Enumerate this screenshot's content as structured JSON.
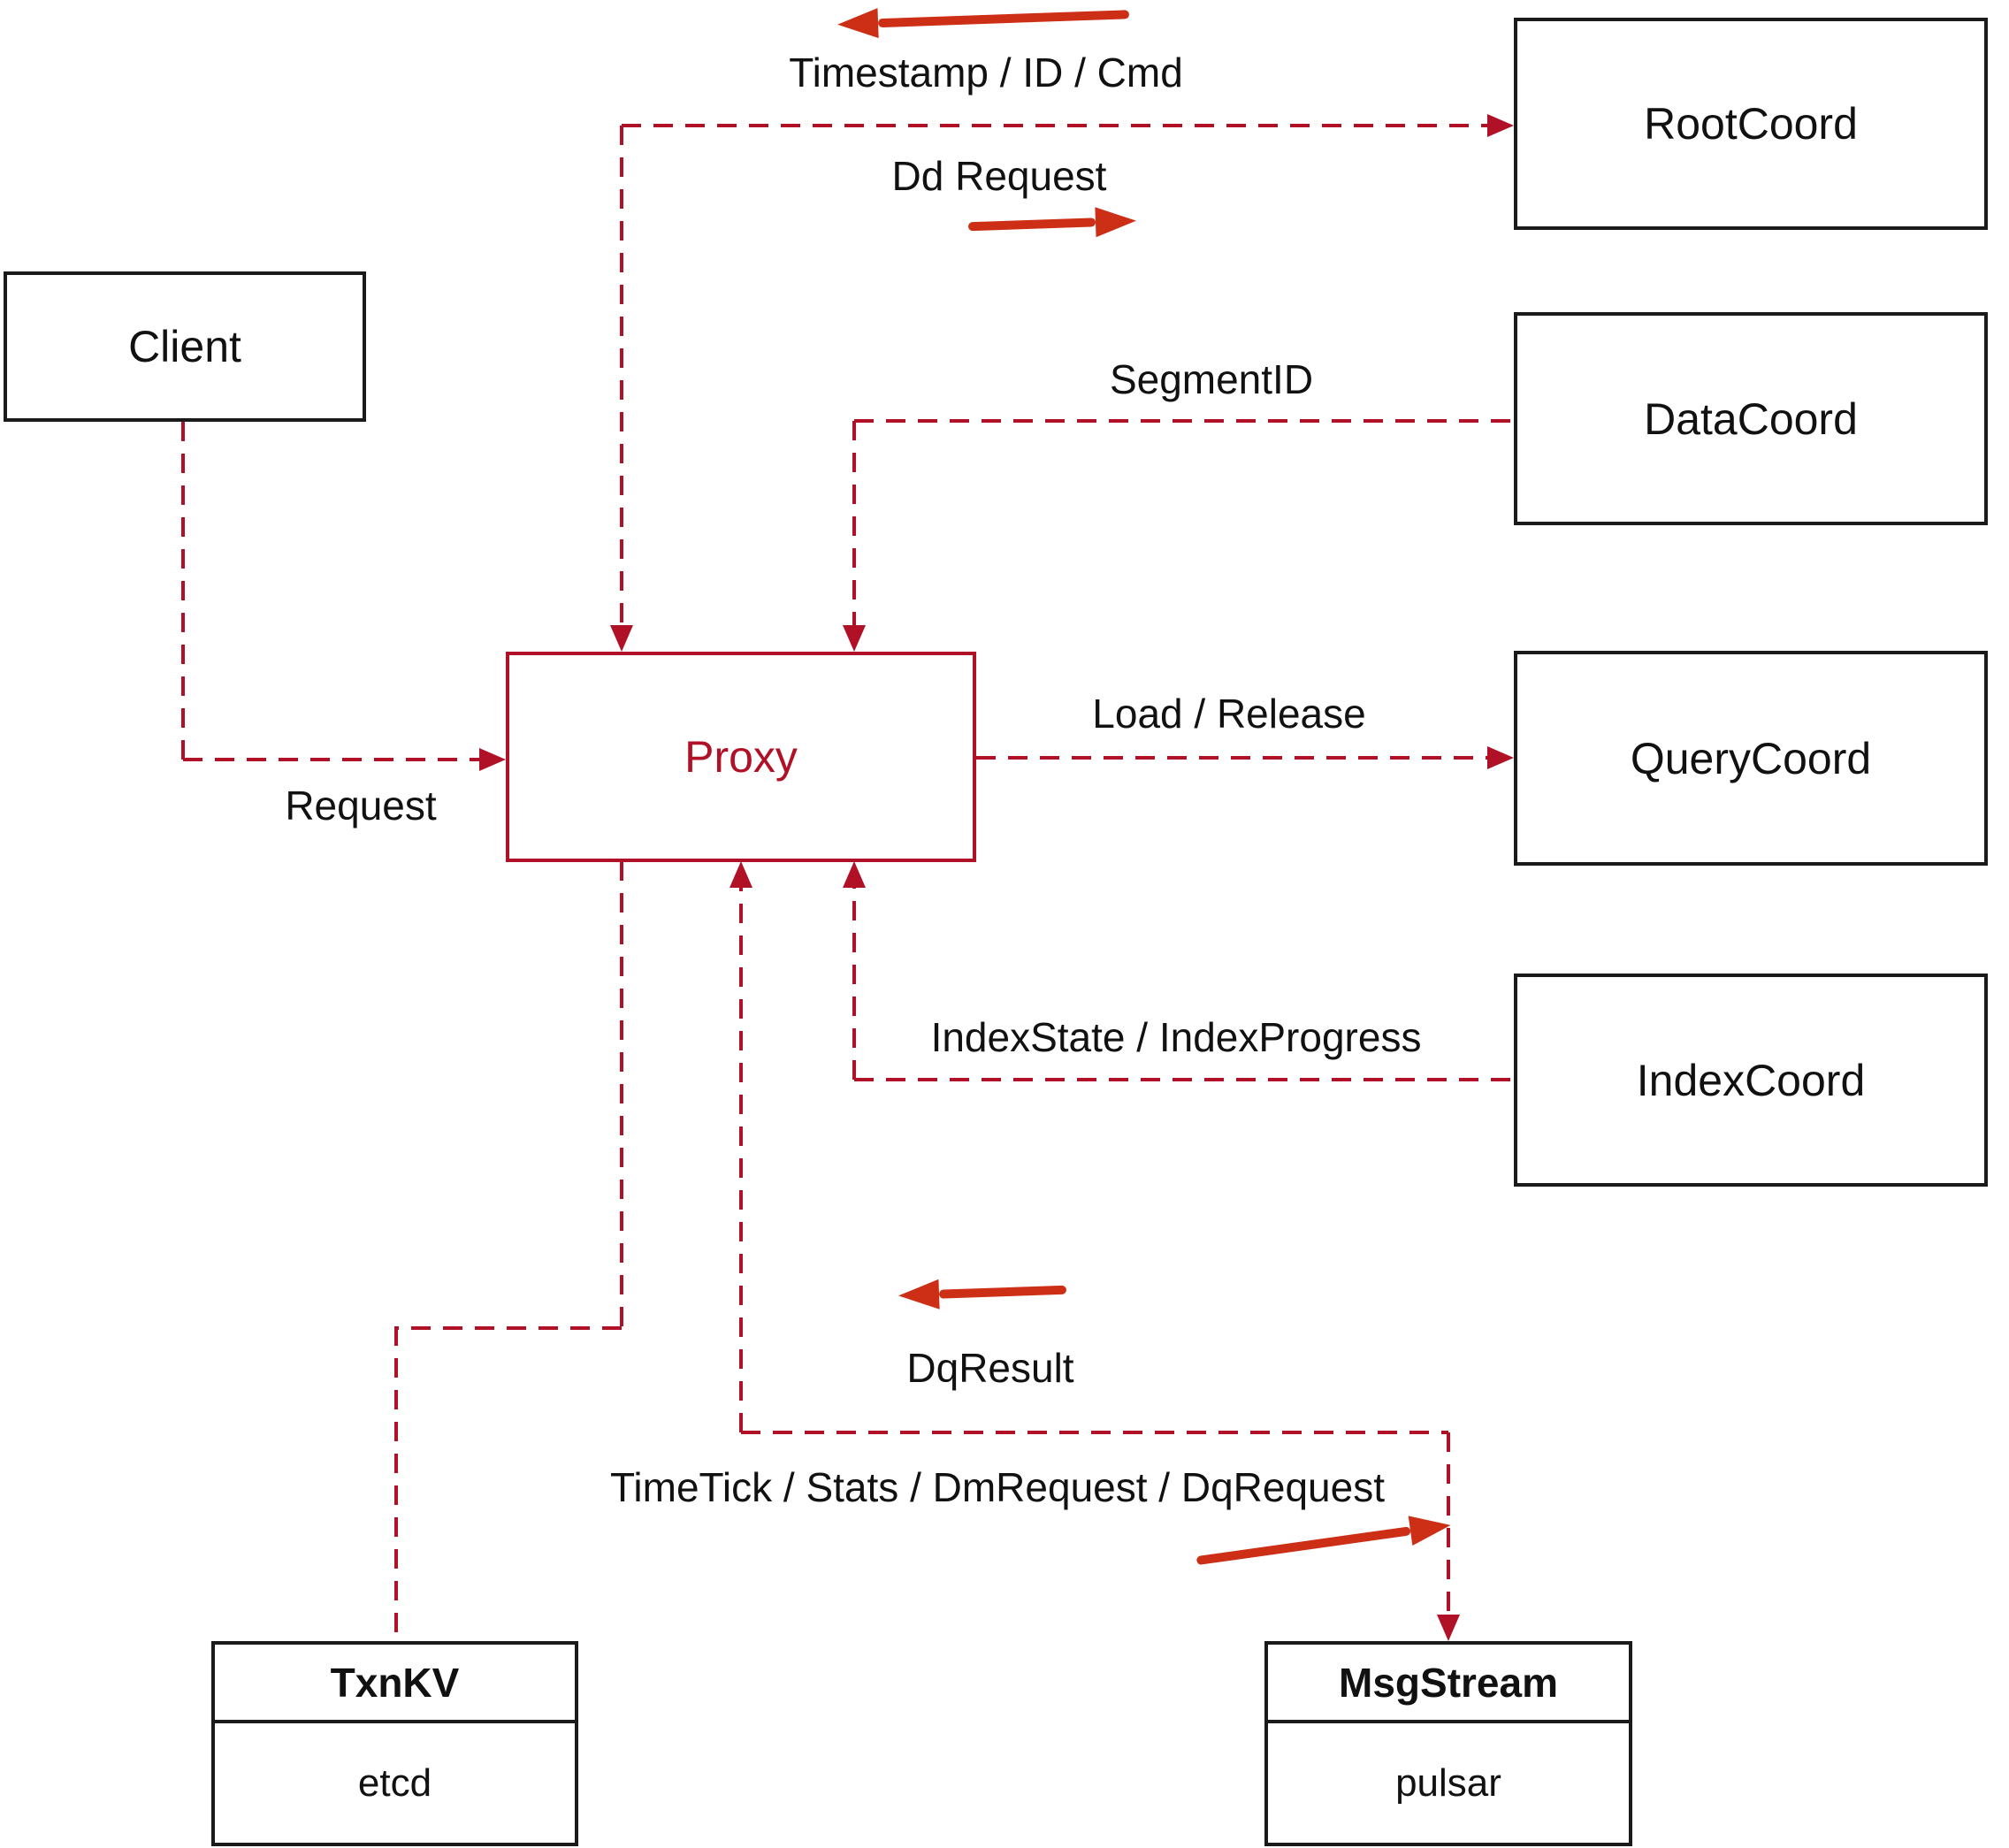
{
  "colors": {
    "line_red": "#b01126",
    "arrow_red": "#cd2f16",
    "box_border": "#1a1a1a",
    "text": "#111111",
    "background": "#ffffff"
  },
  "nodes": {
    "client": {
      "label": "Client"
    },
    "proxy": {
      "label": "Proxy"
    },
    "rootcoord": {
      "label": "RootCoord"
    },
    "datacoord": {
      "label": "DataCoord"
    },
    "querycoord": {
      "label": "QueryCoord"
    },
    "indexcoord": {
      "label": "IndexCoord"
    },
    "txnkv": {
      "title": "TxnKV",
      "impl": "etcd"
    },
    "msgstream": {
      "title": "MsgStream",
      "impl": "pulsar"
    }
  },
  "edge_labels": {
    "timestamp_id_cmd": "Timestamp / ID / Cmd",
    "dd_request": "Dd Request",
    "segment_id": "SegmentID",
    "request": "Request",
    "load_release": "Load / Release",
    "index_state": "IndexState / IndexProgress",
    "dq_result": "DqResult",
    "timetick": "TimeTick / Stats / DmRequest / DqRequest"
  }
}
